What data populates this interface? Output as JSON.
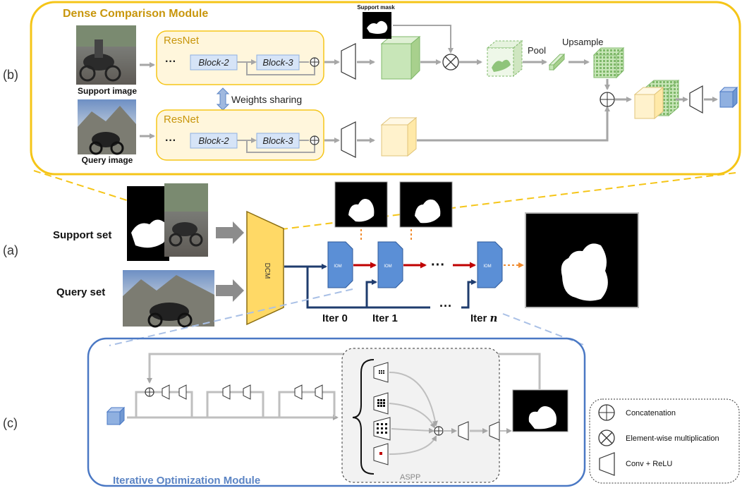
{
  "dcm": {
    "title": "Dense Comparison Module",
    "panel_label": "(b)",
    "support_image_label": "Support image",
    "query_image_label": "Query image",
    "resnet_label": "ResNet",
    "block2_label": "Block-2",
    "block3_label": "Block-3",
    "dots": "···",
    "weights_sharing": "Weights sharing",
    "support_mask_label": "Support mask",
    "pool_label": "Pool",
    "upsample_label": "Upsample"
  },
  "overview": {
    "panel_label": "(a)",
    "support_set": "Support set",
    "query_set": "Query set",
    "dcm_block": "DCM",
    "iom_block": "IOM",
    "iter_labels": [
      "Iter 0",
      "Iter 1",
      "Iter "
    ],
    "iter_n": "n",
    "ellipsis": "···"
  },
  "iom": {
    "panel_label": "(c)",
    "title": "Iterative Optimization Module",
    "aspp_label": "ASPP"
  },
  "legend": {
    "concatenation": "Concatenation",
    "multiplication": "Element-wise multiplication",
    "conv_relu": "Conv + ReLU"
  },
  "colors": {
    "dcm_border": "#f5c518",
    "dcm_title": "#c8960c",
    "iom_border": "#4a78c4",
    "iom_title": "#5b84c4",
    "dcm_block": "#ffd966",
    "iom_block": "#5b8fd6",
    "resnet_fill": "#fff6dc",
    "block_fill": "#d6e4f7",
    "feature_green": "#c8e6b8",
    "feature_cream": "#fff2cc",
    "feature_blue": "#8fb0e0",
    "red_arrow": "#c00000",
    "orange_dotted": "#f08c30",
    "navy_line": "#1f3c6e",
    "grey_arrow": "#a6a6a6"
  }
}
